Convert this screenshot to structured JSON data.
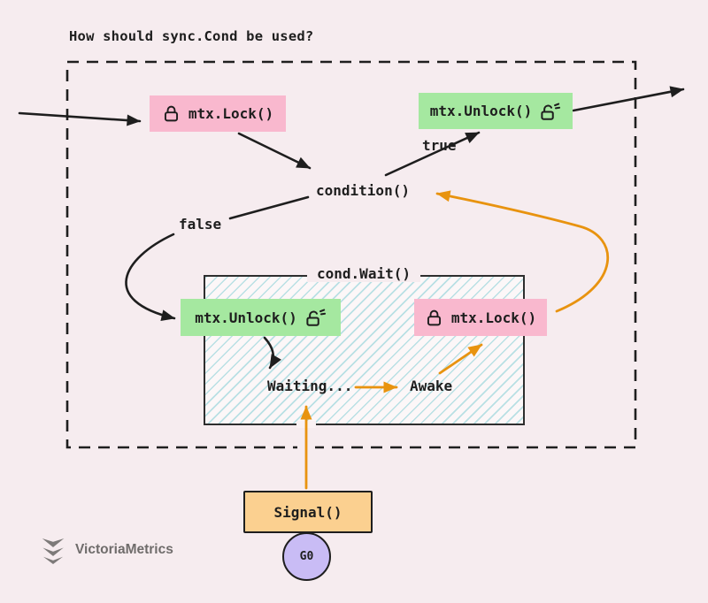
{
  "title": "How should sync.Cond be used?",
  "flow": {
    "lock_top": "mtx.Lock()",
    "unlock_top": "mtx.Unlock()",
    "condition": "condition()",
    "branch_true": "true",
    "branch_false": "false",
    "wait_label": "cond.Wait()",
    "unlock_inner": "mtx.Unlock()",
    "lock_inner": "mtx.Lock()",
    "waiting": "Waiting...",
    "awake": "Awake",
    "signal": "Signal()",
    "goroutine": "G0"
  },
  "icons": {
    "lock": "lock-icon",
    "unlock": "unlock-icon",
    "logo": "victoriametrics-logo-icon"
  },
  "branding": {
    "name": "VictoriaMetrics"
  },
  "colors": {
    "background": "#f6ecef",
    "ink": "#1e1e1e",
    "lock_box": "#f9b8ce",
    "unlock_box": "#a5e8a0",
    "flow_accent": "#e8930f",
    "signal_box": "#fbd090",
    "goroutine_circle": "#c9bcf5",
    "hatch_line": "#b9e0e4",
    "logo_gray": "#7d7a79"
  }
}
